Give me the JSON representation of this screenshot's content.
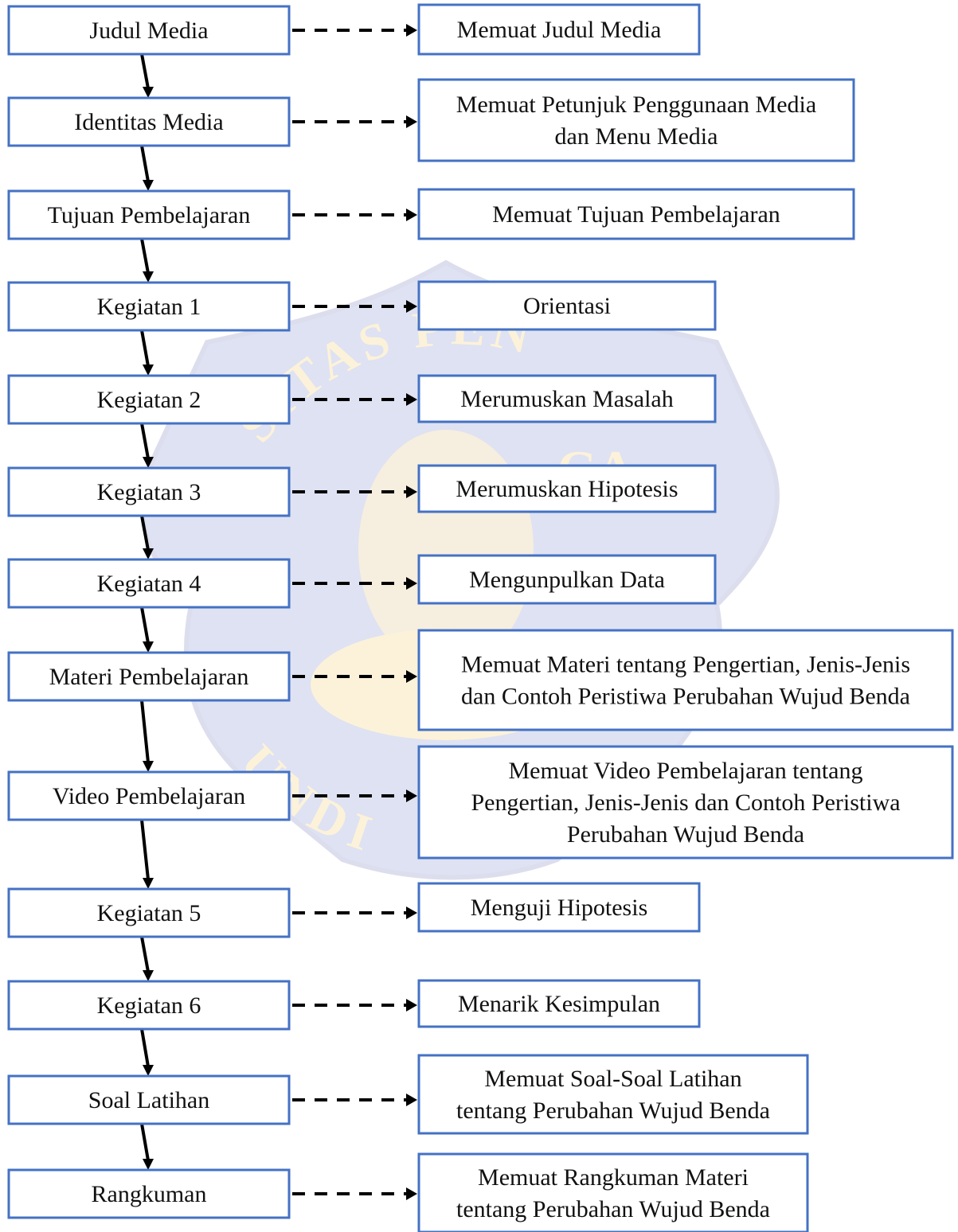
{
  "diagram": {
    "colors": {
      "box_border": "#4472c4",
      "arrow": "#000000",
      "watermark_blue": "#3b4fb4",
      "watermark_gold": "#f0b020"
    },
    "steps": [
      {
        "label": "Judul Media",
        "desc": [
          "Memuat Judul Media"
        ]
      },
      {
        "label": "Identitas Media",
        "desc": [
          "Memuat Petunjuk Penggunaan Media",
          "dan Menu Media"
        ]
      },
      {
        "label": "Tujuan Pembelajaran",
        "desc": [
          "Memuat Tujuan Pembelajaran"
        ]
      },
      {
        "label": "Kegiatan 1",
        "desc": [
          "Orientasi"
        ]
      },
      {
        "label": "Kegiatan 2",
        "desc": [
          "Merumuskan Masalah"
        ]
      },
      {
        "label": "Kegiatan 3",
        "desc": [
          "Merumuskan Hipotesis"
        ]
      },
      {
        "label": "Kegiatan 4",
        "desc": [
          "Mengunpulkan Data"
        ]
      },
      {
        "label": "Materi Pembelajaran",
        "desc": [
          "Memuat Materi tentang Pengertian, Jenis-Jenis",
          "dan Contoh Peristiwa Perubahan Wujud Benda"
        ]
      },
      {
        "label": "Video Pembelajaran",
        "desc": [
          "Memuat Video Pembelajaran tentang",
          "Pengertian, Jenis-Jenis dan Contoh Peristiwa",
          "Perubahan Wujud Benda"
        ]
      },
      {
        "label": "Kegiatan 5",
        "desc": [
          "Menguji Hipotesis"
        ]
      },
      {
        "label": "Kegiatan 6",
        "desc": [
          "Menarik Kesimpulan"
        ]
      },
      {
        "label": "Soal Latihan",
        "desc": [
          "Memuat Soal-Soal Latihan",
          "tentang Perubahan Wujud Benda"
        ]
      },
      {
        "label": "Rangkuman",
        "desc": [
          "Memuat Rangkuman Materi",
          "tentang Perubahan Wujud Benda"
        ]
      }
    ],
    "watermark": {
      "text_top": "SITAS PEN",
      "text_side": "GA",
      "text_bottom": "UNDI"
    }
  }
}
